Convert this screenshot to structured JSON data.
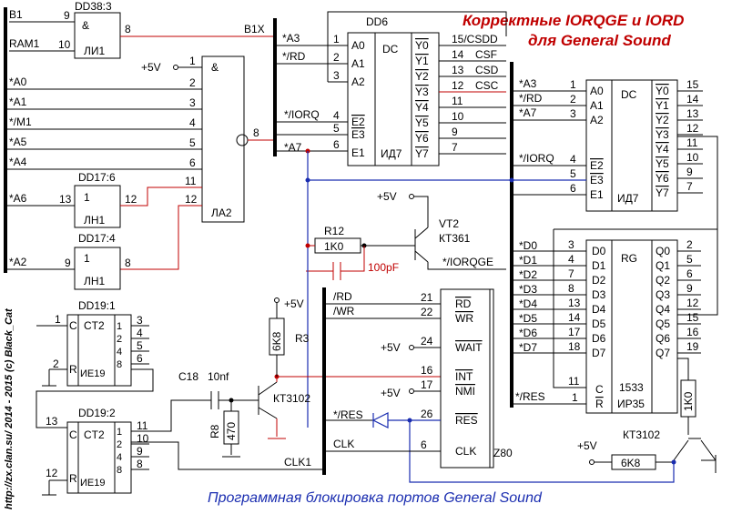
{
  "title": {
    "line1": "Корректные IORQGE и IORD",
    "line2": "для General Sound",
    "color": "#e00000"
  },
  "caption": {
    "text": "Программная блокировка портов General Sound",
    "color": "#1a2db0"
  },
  "side_credit": "http://zx.clan.su/ 2014 - 2015 (c) Black_Cat",
  "chips": {
    "dd38": {
      "ref": "DD38:3",
      "func": "&",
      "type": "ЛИ1",
      "in1": "B1",
      "in2": "RAM1",
      "pin_in1": "9",
      "pin_in2": "10",
      "pin_out": "8"
    },
    "la2": {
      "func": "&",
      "type": "ЛА2",
      "pins": [
        "1",
        "2",
        "3",
        "4",
        "5",
        "6",
        "11",
        "12"
      ],
      "pin_out": "8"
    },
    "dd17_6": {
      "ref": "DD17:6",
      "func": "1",
      "type": "ЛН1",
      "pin_in": "13",
      "pin_out": "12"
    },
    "dd17_4": {
      "ref": "DD17:4",
      "func": "1",
      "type": "ЛН1",
      "pin_in": "9",
      "pin_out": "8"
    },
    "dd6": {
      "ref": "DD6",
      "func": "DC",
      "type": "ИД7",
      "in_pins": [
        "1",
        "2",
        "3"
      ],
      "in_labels": [
        "A0",
        "A1",
        "A2"
      ],
      "en_pins": [
        "4",
        "5",
        "6"
      ],
      "en_labels": [
        "E2",
        "E3",
        "E1"
      ],
      "out_labels": [
        "Y0",
        "Y1",
        "Y2",
        "Y3",
        "Y4",
        "Y5",
        "Y6",
        "Y7"
      ],
      "out_pins": [
        "15/CSDD",
        "14",
        "13",
        "12",
        "11",
        "10",
        "9",
        "7"
      ],
      "out_signals": [
        "",
        "CSF",
        "CSD",
        "CSC",
        "",
        "",
        "",
        ""
      ]
    },
    "dc2": {
      "func": "DC",
      "type": "ИД7",
      "in_pins": [
        "1",
        "2",
        "3"
      ],
      "in_labels": [
        "A0",
        "A1",
        "A2"
      ],
      "en_pins": [
        "4",
        "5",
        "6"
      ],
      "en_labels": [
        "E2",
        "E3",
        "E1"
      ],
      "out_labels": [
        "Y0",
        "Y1",
        "Y2",
        "Y3",
        "Y4",
        "Y5",
        "Y6",
        "Y7"
      ],
      "out_pins": [
        "15",
        "14",
        "13",
        "12",
        "11",
        "10",
        "9",
        "7"
      ]
    },
    "rg": {
      "func": "RG",
      "type1": "1533",
      "type2": "ИР35",
      "in_pins": [
        "3",
        "4",
        "7",
        "8",
        "13",
        "14",
        "17",
        "18"
      ],
      "in_labels": [
        "D0",
        "D1",
        "D2",
        "D3",
        "D4",
        "D5",
        "D6",
        "D7"
      ],
      "out_labels": [
        "Q0",
        "Q1",
        "Q2",
        "Q3",
        "Q4",
        "Q5",
        "Q6",
        "Q7"
      ],
      "out_pins": [
        "2",
        "5",
        "6",
        "9",
        "12",
        "15",
        "16",
        "19"
      ],
      "c_label": "C",
      "r_label": "R",
      "pin_c": "11",
      "pin_r": "1"
    },
    "dd19_1": {
      "ref": "DD19:1",
      "c": "C",
      "r": "R",
      "ct": "CT2",
      "type": "ИЕ19",
      "pin_c": "1",
      "pin_r": "2",
      "outs": [
        "3",
        "4",
        "5",
        "6"
      ],
      "bits": [
        "1",
        "2",
        "4",
        "8"
      ]
    },
    "dd19_2": {
      "ref": "DD19:2",
      "c": "C",
      "r": "R",
      "ct": "CT2",
      "type": "ИЕ19",
      "pin_c": "13",
      "pin_r": "12",
      "outs": [
        "11",
        "10",
        "9",
        "8"
      ],
      "bits": [
        "1",
        "2",
        "4",
        "8"
      ]
    },
    "z80": {
      "type": "Z80",
      "pins": [
        "21",
        "22",
        "24",
        "16",
        "17",
        "26",
        "6"
      ],
      "labels": [
        "RD",
        "WR",
        "WAIT",
        "INT",
        "NMI",
        "RES",
        "CLK"
      ]
    }
  },
  "signals": {
    "a0": "*A0",
    "a1": "*A1",
    "m1": "*/M1",
    "a5": "*A5",
    "a4": "*A4",
    "a6": "*A6",
    "a2": "*A2",
    "b1x": "B1X",
    "a3": "*A3",
    "rd": "*/RD",
    "iorq": "*/IORQ",
    "a7": "*A7",
    "a3b": "*A3",
    "rdb": "*/RD",
    "a7b": "*A7",
    "iorqb": "*/IORQ",
    "d": [
      "*D0",
      "*D1",
      "*D2",
      "*D3",
      "*D4",
      "*D5",
      "*D6",
      "*D7"
    ],
    "res": "*/RES",
    "iorqge": "*/IORQGE",
    "rd_z": "/RD",
    "wr_z": "/WR",
    "res_z": "*/RES",
    "clk": "CLK",
    "clk1": "CLK1"
  },
  "parts": {
    "vcc": "+5V",
    "r12": "R12",
    "r12_val": "1K0",
    "c_pf": "100pF",
    "vt2": "VT2",
    "vt2_type": "КТ361",
    "r3": "R3",
    "r3_val": "6K8",
    "c18": "C18",
    "c18_val": "10nf",
    "r8": "R8",
    "r8_val": "470",
    "t1_type": "КТ3102",
    "t2_type": "КТ3102",
    "r_right_val": "1K0",
    "r_bottom_val": "6K8"
  }
}
